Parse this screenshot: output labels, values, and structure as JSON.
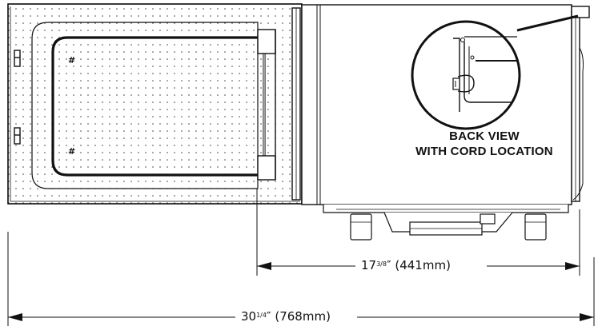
{
  "callout": {
    "line1": "BACK VIEW",
    "line2": "WITH CORD LOCATION"
  },
  "dimensions": {
    "depth": {
      "whole": "17",
      "fraction": "3/8",
      "inch_mark": "″",
      "metric": "(441mm)"
    },
    "total": {
      "whole": "30",
      "fraction": "1/4",
      "inch_mark": "″",
      "metric": "(768mm)"
    }
  },
  "door_marks": [
    "#",
    "#"
  ]
}
